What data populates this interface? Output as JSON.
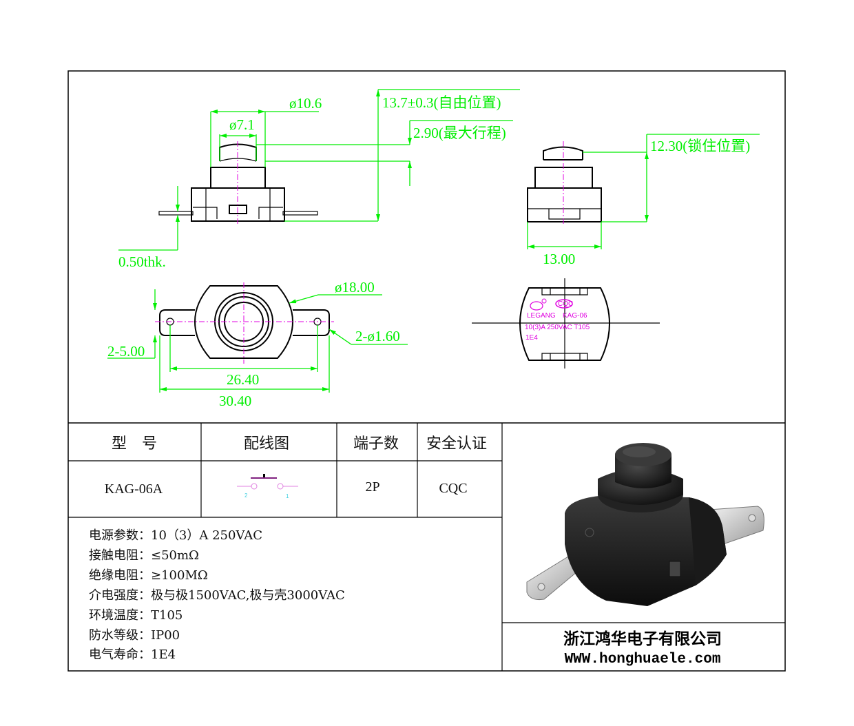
{
  "dimensions": {
    "dia_outer": "ø10.6",
    "dia_cap": "ø7.1",
    "height_free": "13.7±0.3(自由位置)",
    "max_travel": "2.90(最大行程)",
    "terminal_thickness": "0.50thk.",
    "height_locked": "12.30(锁住位置)",
    "width_side": "13.00",
    "dia_body": "ø18.00",
    "hole_dia": "2-ø1.60",
    "tab_width": "2-5.00",
    "hole_pitch": "26.40",
    "overall_length": "30.40"
  },
  "marking": {
    "brand": "LEGANG",
    "cert_logo": "CQC",
    "model": "KAG-06",
    "rating": "10(3)A 250VAC T105",
    "life": "1E4"
  },
  "table": {
    "headers": [
      "型　号",
      "配线图",
      "端子数",
      "安全认证"
    ],
    "row": {
      "model": "KAG-06A",
      "terminals": "2P",
      "certification": "CQC"
    },
    "wiring_labels": [
      "2",
      "1"
    ]
  },
  "specs": [
    "电源参数：10（3）A 250VAC",
    "接触电阻：≤50mΩ",
    "绝缘电阻：≥100MΩ",
    "介电强度：极与极1500VAC,极与壳3000VAC",
    "环境温度：T105",
    "防水等级：IP00",
    "电气寿命：1E4"
  ],
  "company": {
    "name": "浙江鸿华电子有限公司",
    "website": "WWW.honghuaele.com"
  },
  "colors": {
    "dimension": "#00ee00",
    "centerline": "#e000e0",
    "outline": "#000000"
  }
}
